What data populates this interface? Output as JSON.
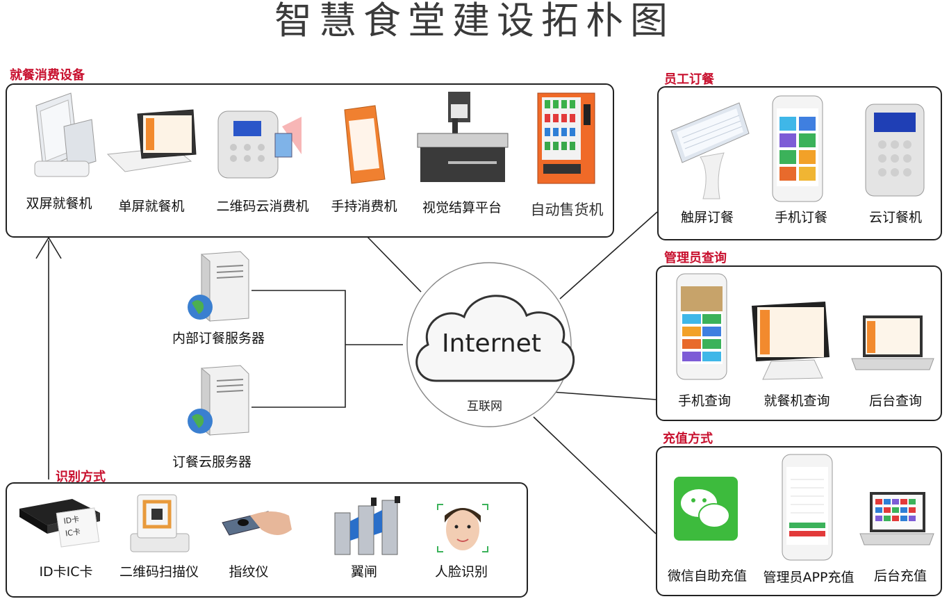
{
  "title": "智慧食堂建设拓朴图",
  "center": {
    "cloud_text": "Internet",
    "label": "互联网"
  },
  "servers": [
    {
      "label": "内部订餐服务器"
    },
    {
      "label": "订餐云服务器"
    }
  ],
  "panels": {
    "dining": {
      "title": "就餐消费设备",
      "items": [
        "双屏就餐机",
        "单屏就餐机",
        "二维码云消费机",
        "手持消费机",
        "视觉结算平台",
        "自动售货机"
      ]
    },
    "staff": {
      "title": "员工订餐",
      "items": [
        "触屏订餐",
        "手机订餐",
        "云订餐机"
      ]
    },
    "admin": {
      "title": "管理员查询",
      "items": [
        "手机查询",
        "就餐机查询",
        "后台查询"
      ]
    },
    "recharge": {
      "title": "充值方式",
      "items": [
        "微信自助充值",
        "管理员APP充值",
        "后台充值"
      ]
    },
    "identify": {
      "title": "识别方式",
      "items": [
        "ID卡IC卡",
        "二维码扫描仪",
        "指纹仪",
        "翼闸",
        "人脸识别"
      ],
      "card_text": [
        "ID卡",
        "IC卡"
      ]
    }
  },
  "colors": {
    "panel_title": "#c8102e",
    "border": "#222222",
    "wechat": "#3dbb3d",
    "accent_orange": "#f28a2e"
  }
}
